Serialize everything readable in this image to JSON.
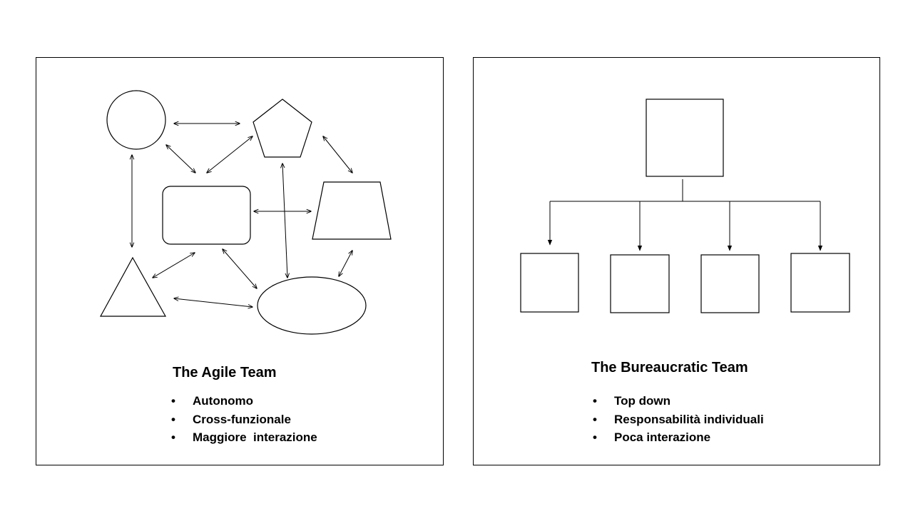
{
  "agile": {
    "title": "The Agile Team",
    "bullets": [
      "Autonomo",
      "Cross-funzionale",
      "Maggiore  interazione"
    ]
  },
  "bureaucratic": {
    "title": "The Bureaucratic Team",
    "bullets": [
      "Top down",
      "Responsabilità individuali",
      "Poca interazione"
    ]
  },
  "bullet_glyph": "•"
}
